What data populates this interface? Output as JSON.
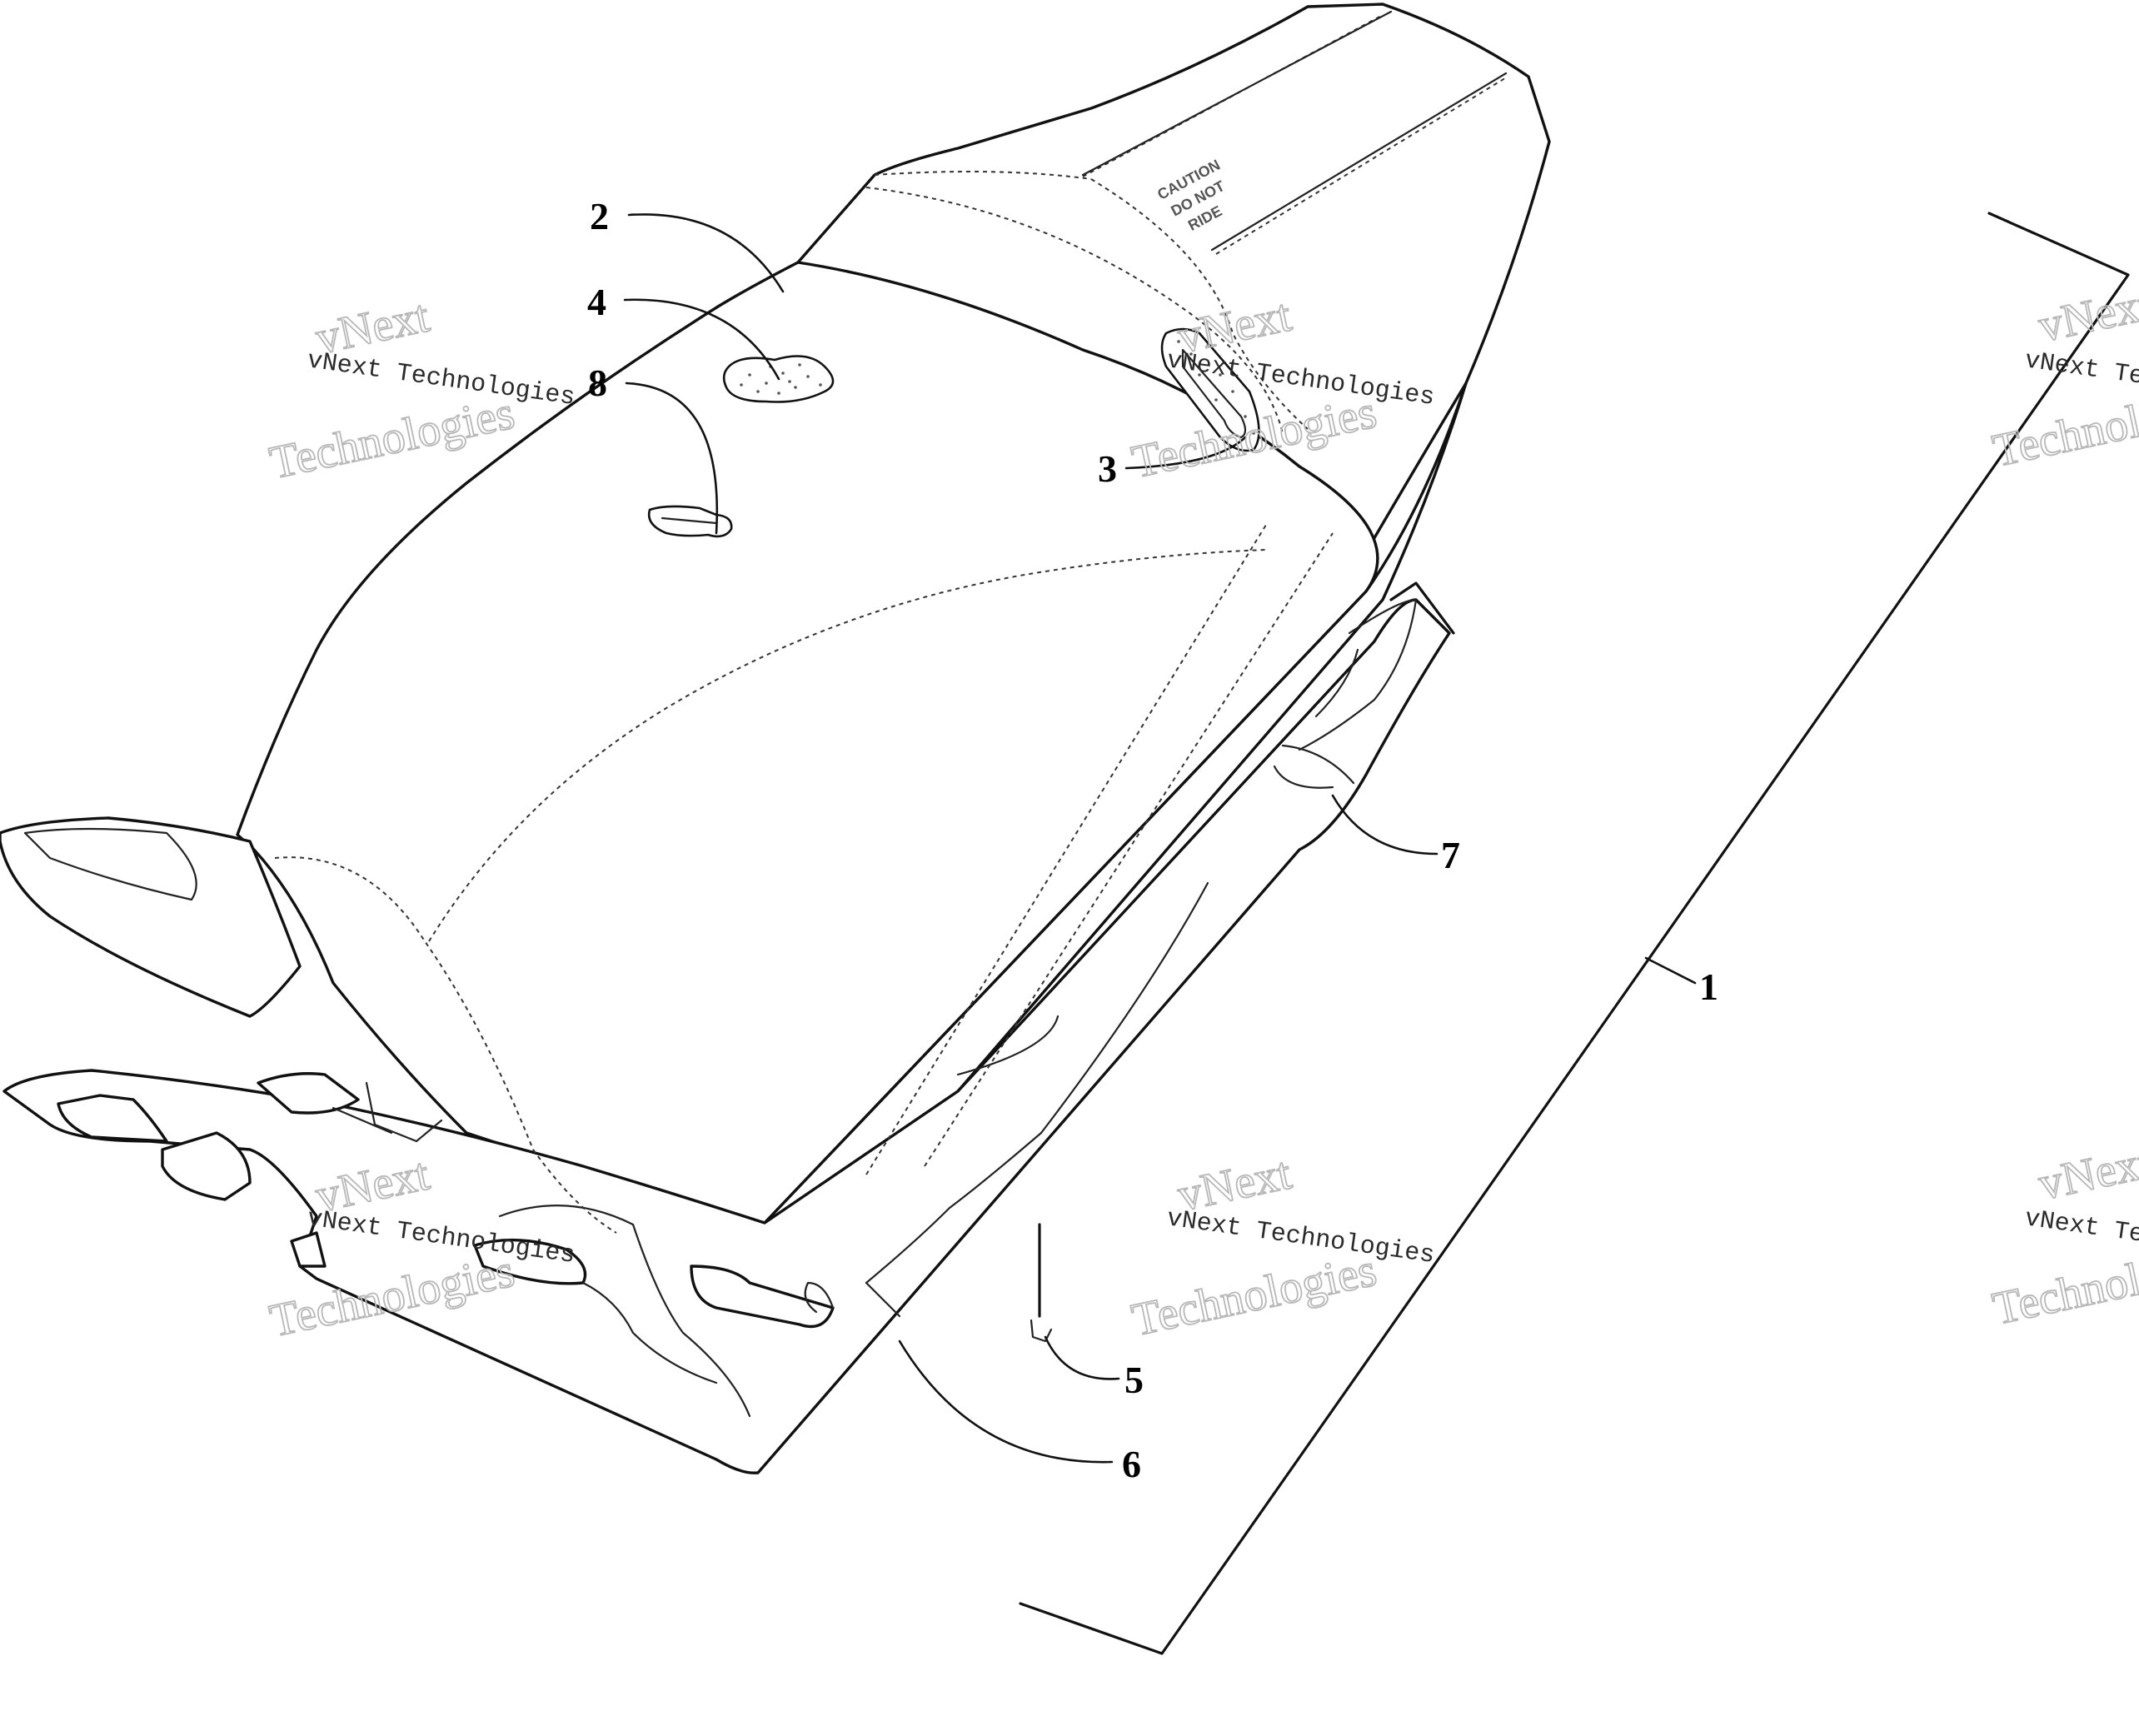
{
  "diagram": {
    "callouts": [
      {
        "id": "1",
        "label": "1"
      },
      {
        "id": "2",
        "label": "2"
      },
      {
        "id": "3",
        "label": "3"
      },
      {
        "id": "4",
        "label": "4"
      },
      {
        "id": "5",
        "label": "5"
      },
      {
        "id": "6",
        "label": "6"
      },
      {
        "id": "7",
        "label": "7"
      },
      {
        "id": "8",
        "label": "8"
      }
    ],
    "watermark": {
      "line_small": "vNext Technologies",
      "big_line_1": "vNext",
      "big_line_2": "Technologies"
    },
    "seat_label": {
      "line1": "CAUTION",
      "line2": "DO NOT",
      "line3": "RIDE"
    }
  }
}
